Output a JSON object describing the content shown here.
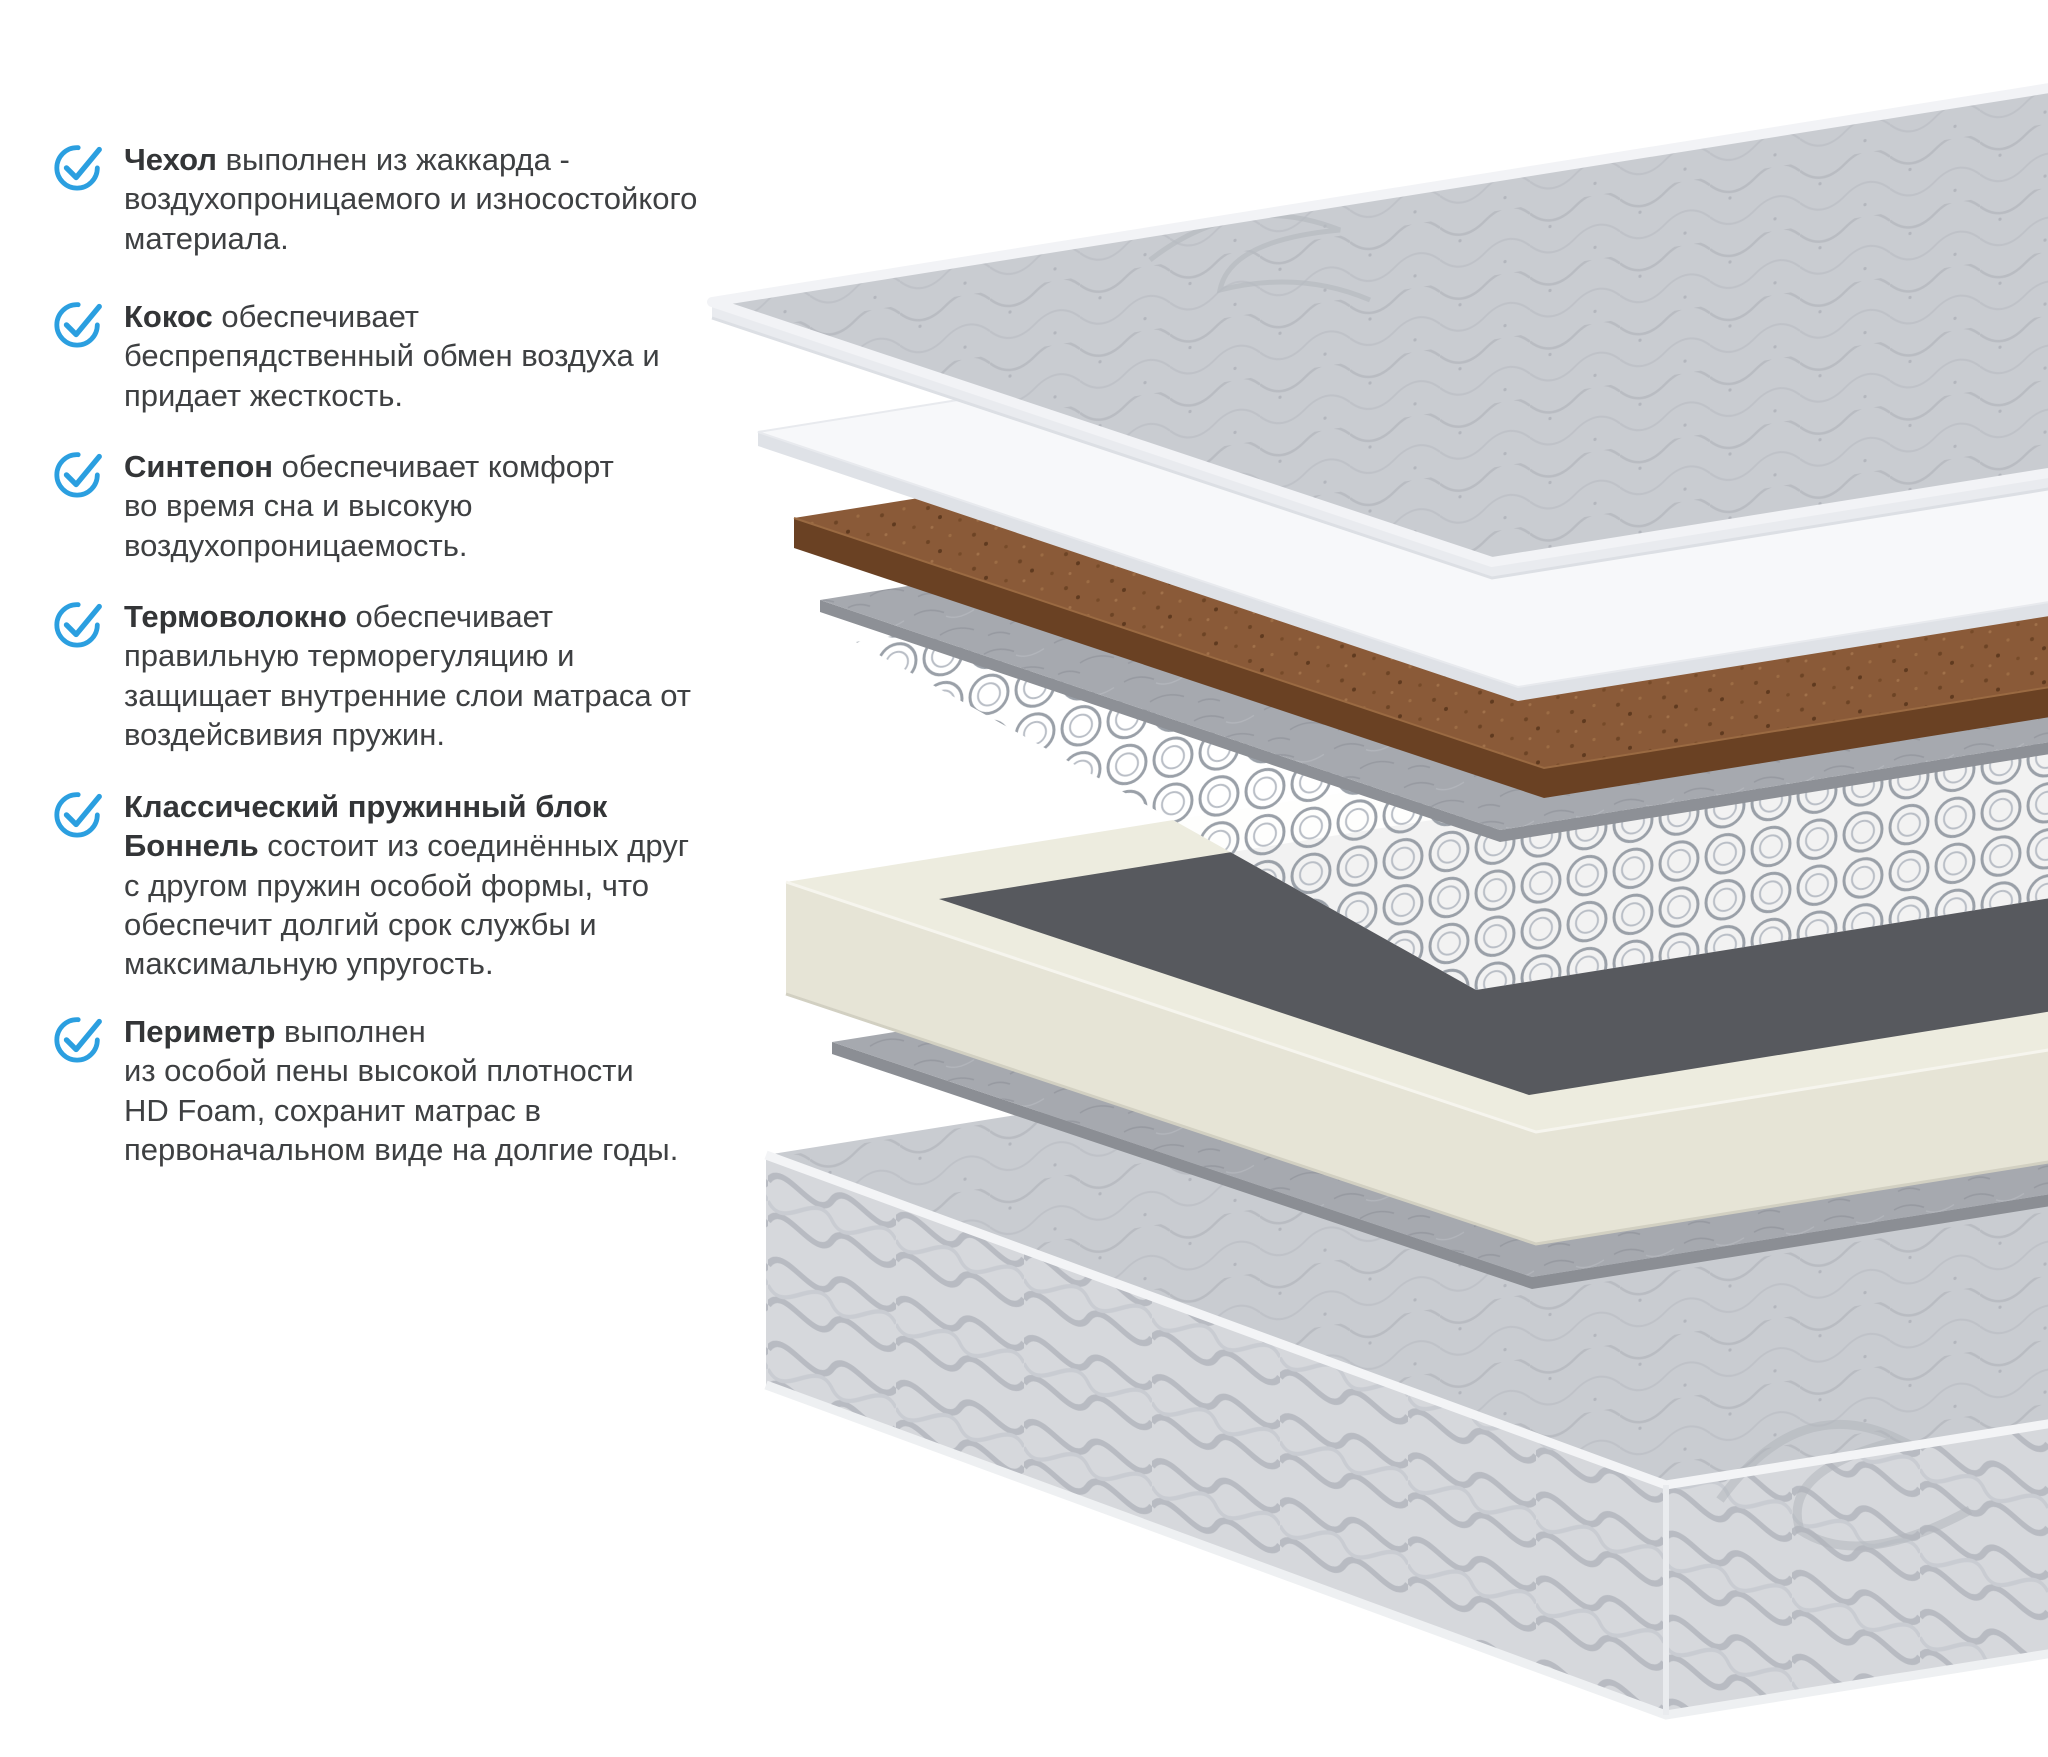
{
  "accent_color": "#2b9fe0",
  "text_color": "#3e4042",
  "features": [
    {
      "bold": "Чехол",
      "text": " выполнен из жаккарда -\nвоздухопроницаемого и износостойкого\nматериала."
    },
    {
      "bold": "Кокос",
      "text": " обеспечивает\nбеспрепядственный обмен воздуха и\nпридает жесткость."
    },
    {
      "bold": "Синтепон",
      "text": " обеспечивает комфорт\nво время сна и высокую\nвоздухопроницаемость."
    },
    {
      "bold": "Термоволокно",
      "text": " обеспечивает\nправильную терморегуляцию и\nзащищает внутренние слои матраса от\nвоздейсвивия пружин."
    },
    {
      "bold": "Классический пружинный блок\nБоннель",
      "text": " состоит из соединённых друг\nс другом пружин особой формы, что\nобеспечит долгий срок службы и\nмаксимальную упругость."
    },
    {
      "bold": "Периметр",
      "text": " выполнен\nиз особой пены высокой плотности\nHD Foam, сохранит матрас в\nпервоначальном виде на долгие годы."
    }
  ],
  "diagram": {
    "layers": [
      {
        "name": "jacquard-cover",
        "color": "#c9ccd1"
      },
      {
        "name": "sintepon-padding",
        "color": "#f7f8fa"
      },
      {
        "name": "coconut-coir",
        "color": "#8a5a38"
      },
      {
        "name": "thermo-fiber-felt",
        "color": "#a6a9af"
      },
      {
        "name": "bonnel-spring-block",
        "color": "#9aa0a8"
      },
      {
        "name": "hd-foam-perimeter-frame",
        "color": "#edecdf"
      },
      {
        "name": "thermo-fiber-felt-bottom",
        "color": "#a6a9af"
      },
      {
        "name": "quilted-base",
        "color": "#d6d8dc"
      }
    ]
  }
}
